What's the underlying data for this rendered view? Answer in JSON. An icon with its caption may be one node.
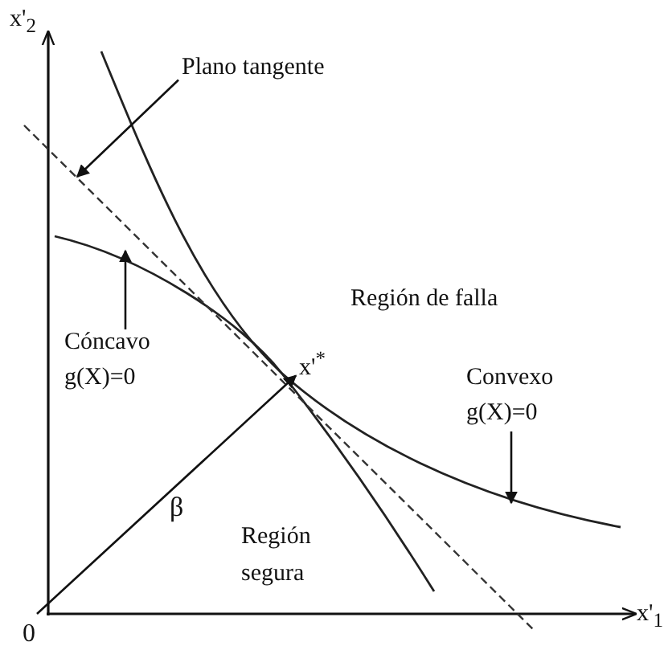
{
  "diagram": {
    "nodes": [
      {
        "text": [
          "Plano tangente"
        ]
      },
      {
        "text": [
          "Cóncavo",
          "g(X)=0"
        ]
      },
      {
        "text": [
          "Convexo",
          "g(X)=0"
        ]
      },
      {
        "text": [
          "0"
        ]
      },
      {
        "text": [
          "x'$^{*}$"
        ]
      }
    ],
    "edges": [
      {
        "from": 0,
        "to": null,
        "arrow": "to"
      },
      {
        "from": 1,
        "to": null,
        "arrow": "to"
      },
      {
        "from": 2,
        "to": null,
        "arrow": "to"
      },
      {
        "from": 3,
        "to": 4,
        "arrow": "to",
        "label": "β"
      }
    ],
    "labels": [
      "x'$_{2}$",
      "Región de falla",
      "Región segura",
      "x'$_{1}$"
    ]
  }
}
